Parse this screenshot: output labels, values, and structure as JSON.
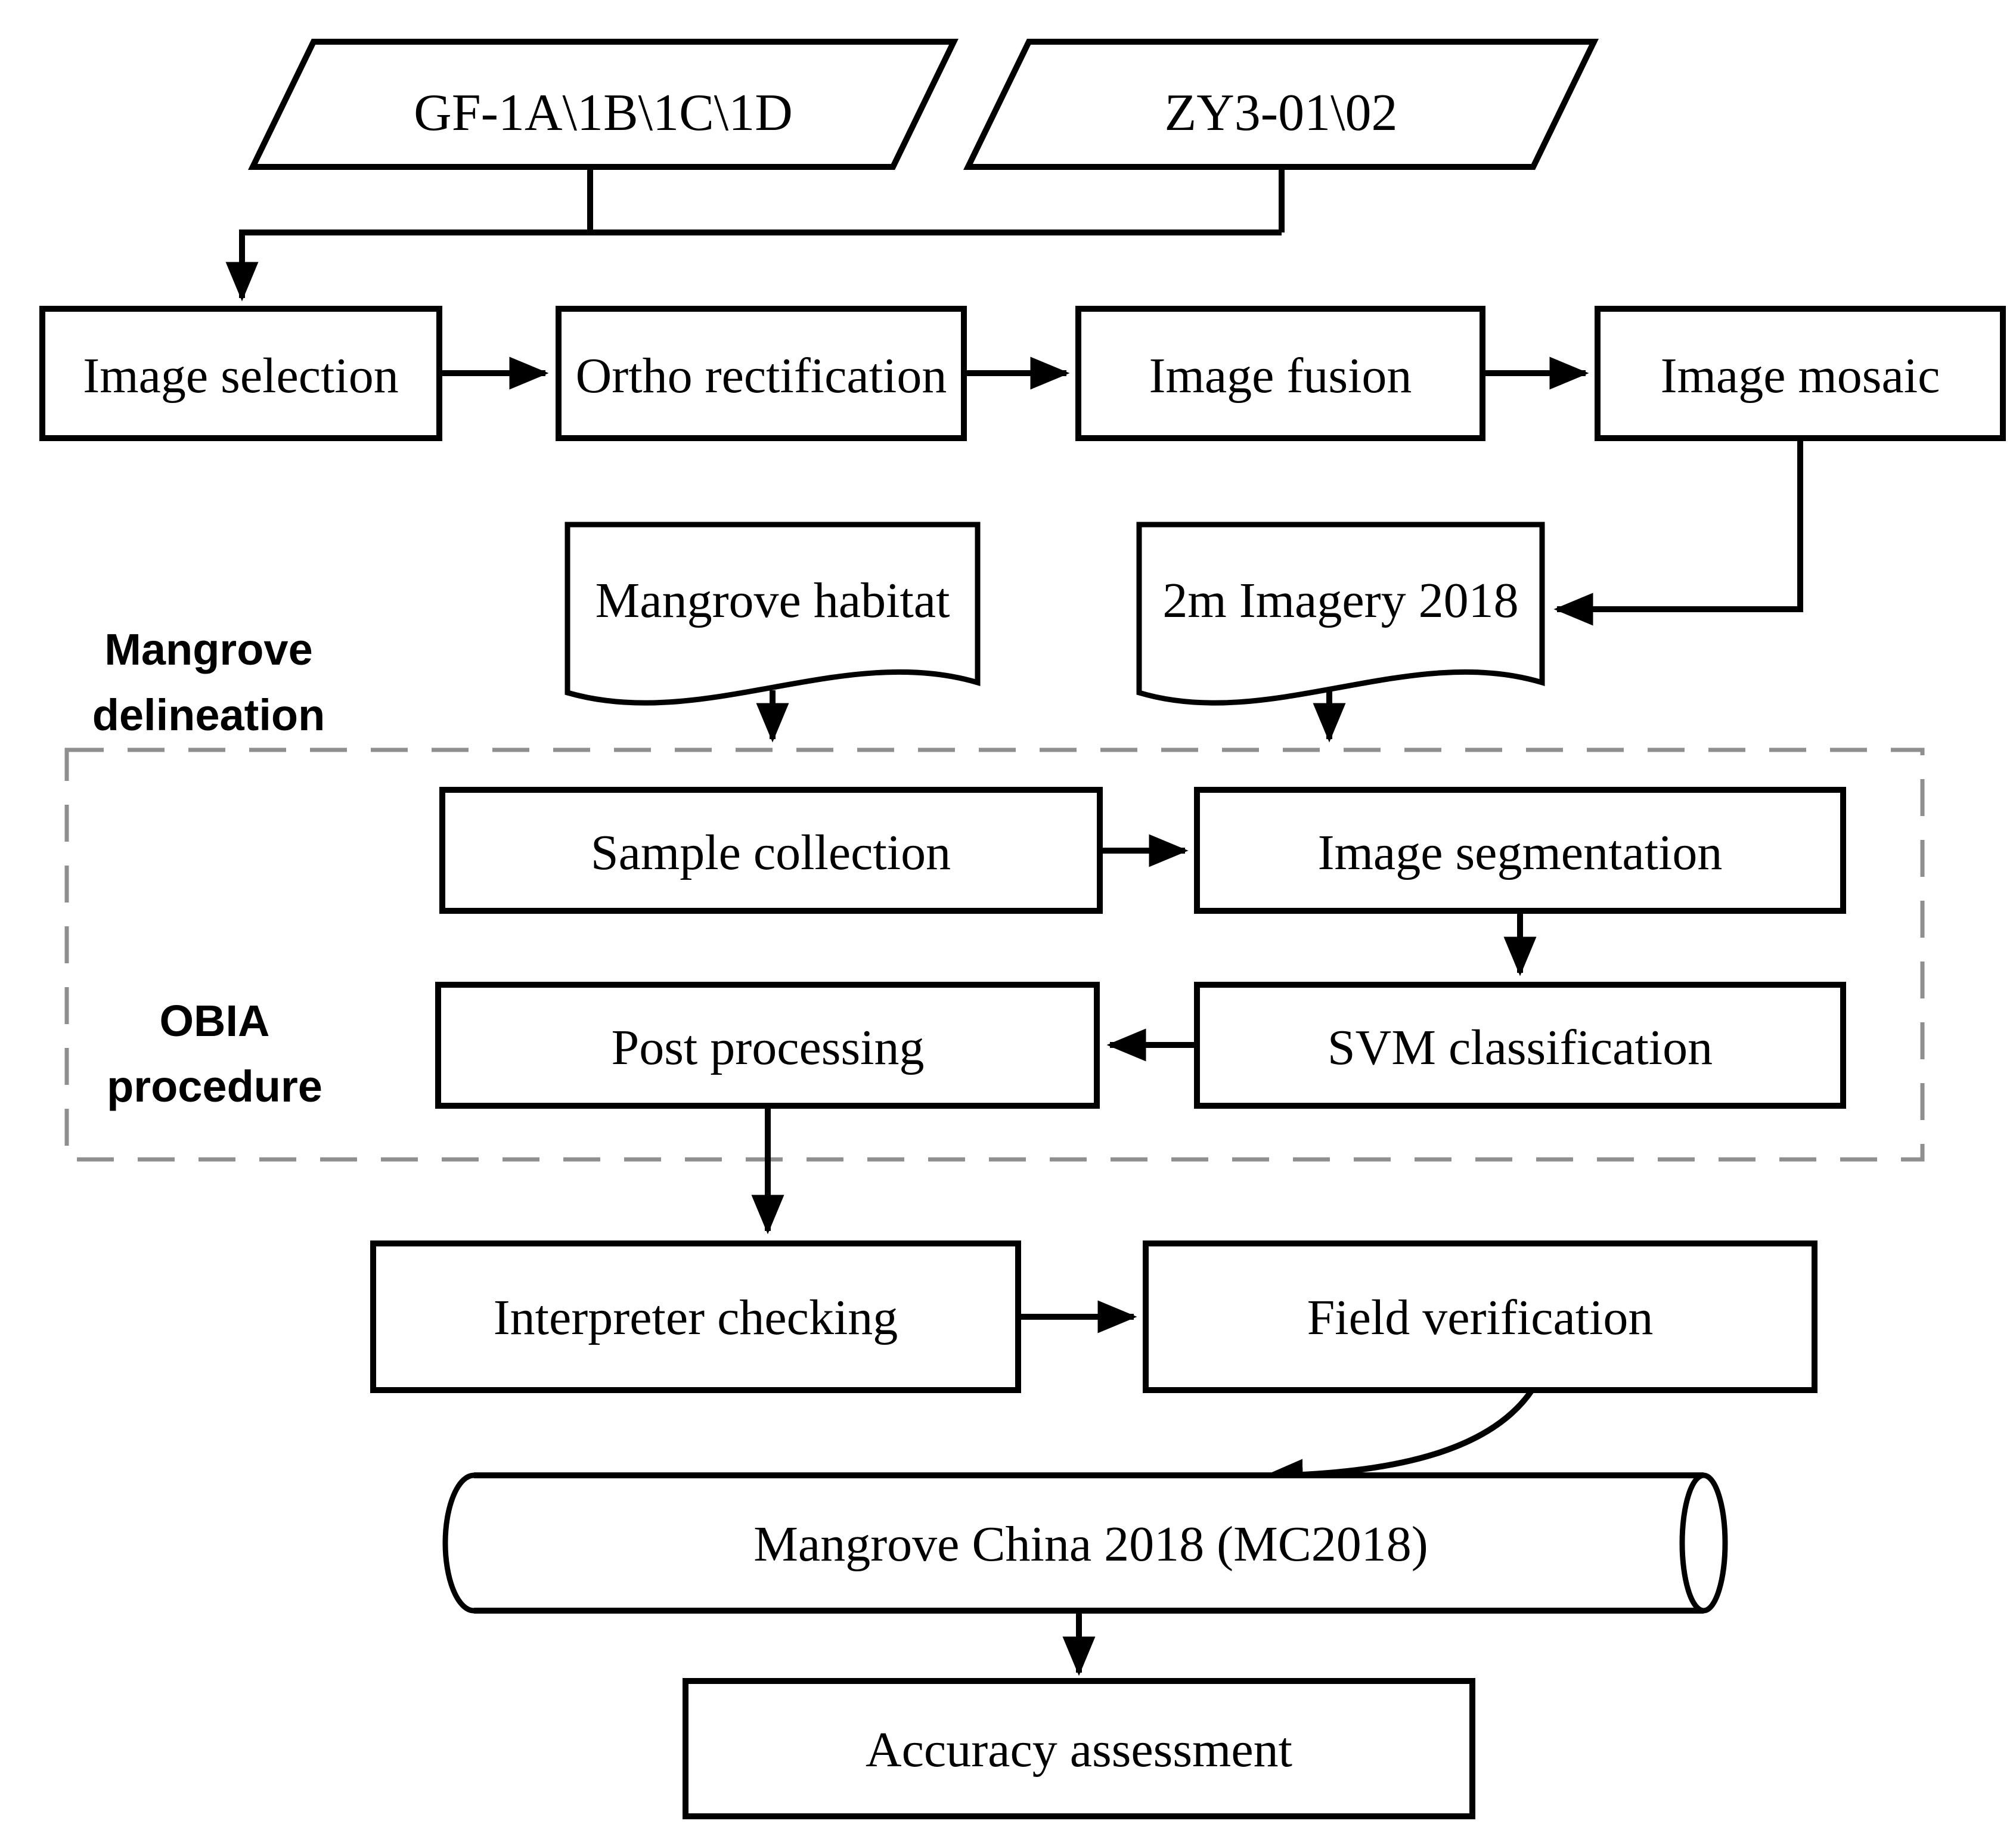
{
  "figure": {
    "background": "#ffffff",
    "line_color": "#000000",
    "dashed_border_color": "#8f8f8f"
  },
  "nodes": {
    "input_gf": "GF-1A\\1B\\1C\\1D",
    "input_zy": "ZY3-01\\02",
    "image_selection": "Image selection",
    "ortho_rectification": "Ortho rectification",
    "image_fusion": "Image fusion",
    "image_mosaic": "Image mosaic",
    "mangrove_habitat": "Mangrove habitat",
    "imagery_2018": "2m Imagery 2018",
    "sample_collection": "Sample collection",
    "image_segmentation": "Image segmentation",
    "post_processing": "Post processing",
    "svm_classification": "SVM classification",
    "interpreter_checking": "Interpreter checking",
    "field_verification": "Field verification",
    "database": "Mangrove China 2018 (MC2018)",
    "accuracy_assessment": "Accuracy assessment"
  },
  "stage_labels": {
    "mangrove_delineation_line1": "Mangrove",
    "mangrove_delineation_line2": "delineation",
    "obia_line1": "OBIA",
    "obia_line2": "procedure"
  }
}
